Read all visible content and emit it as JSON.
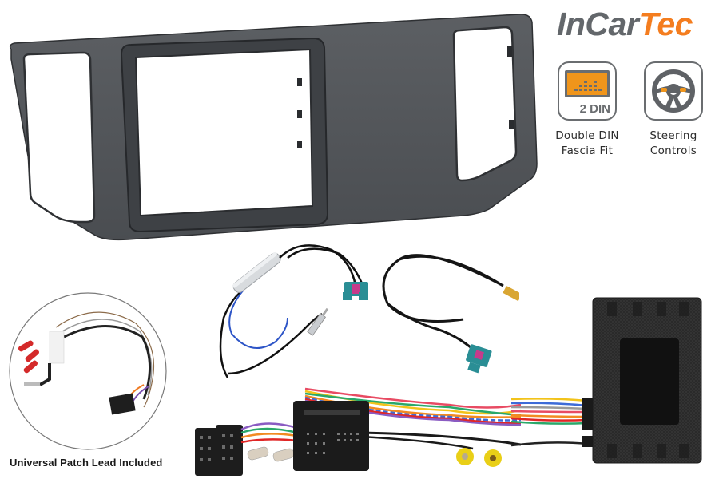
{
  "brand": {
    "name_part1": "InCar",
    "name_part2": "Tec",
    "colors": {
      "primary_gray": "#63676b",
      "accent_orange": "#f47d1f"
    }
  },
  "features": [
    {
      "icon": "double-din-screen-icon",
      "badge_text": "2 DIN",
      "line1": "Double DIN",
      "line2": "Fascia Fit"
    },
    {
      "icon": "steering-wheel-icon",
      "line1": "Steering",
      "line2": "Controls"
    }
  ],
  "products": [
    {
      "name": "Double DIN fascia panel",
      "color": "#55585c"
    },
    {
      "name": "Antenna adapter with amplifier",
      "connector_color": "#2a8e95"
    },
    {
      "name": "Fakra extension cable",
      "connector_color": "#2a8e95",
      "tip_color": "#d9a633"
    },
    {
      "name": "Universal patch lead"
    },
    {
      "name": "ISO wiring harness with quadlock connector"
    },
    {
      "name": "Steering control interface box",
      "color": "#242424"
    }
  ],
  "captions": {
    "patch_lead": "Universal Patch Lead Included"
  }
}
